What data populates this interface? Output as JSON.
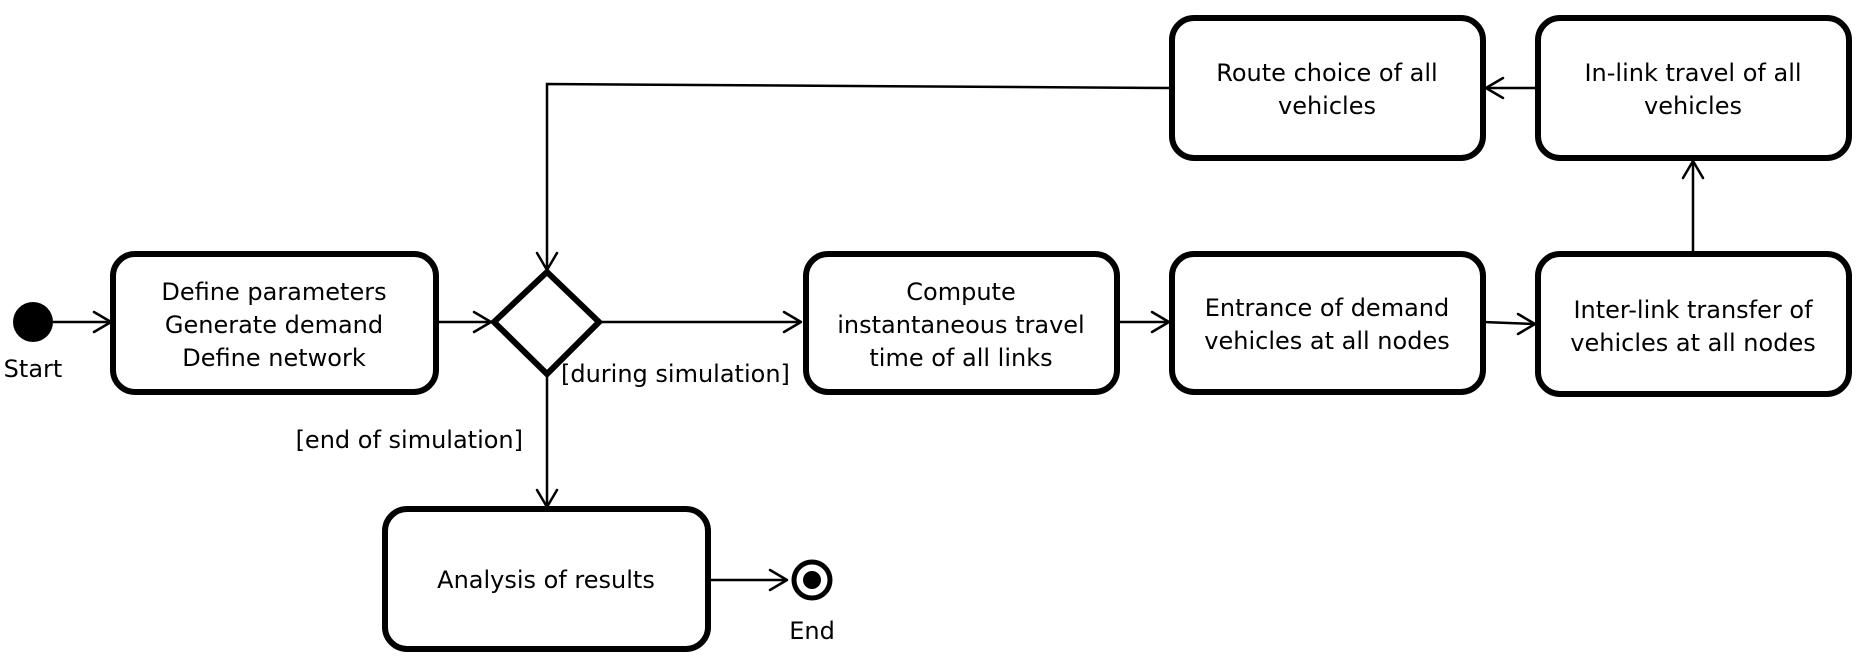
{
  "diagram": {
    "start": {
      "label": "Start"
    },
    "end": {
      "label": "End"
    },
    "setup": {
      "lines": [
        "Define parameters",
        "Generate demand",
        "Define network"
      ]
    },
    "compute": {
      "lines": [
        "Compute",
        "instantaneous travel",
        "time of all links"
      ]
    },
    "entrance": {
      "lines": [
        "Entrance of demand",
        "vehicles at all nodes"
      ]
    },
    "interlink": {
      "lines": [
        "Inter-link transfer of",
        "vehicles at all nodes"
      ]
    },
    "inlink": {
      "lines": [
        "In-link travel of all",
        "vehicles"
      ]
    },
    "route": {
      "lines": [
        "Route choice of all",
        "vehicles"
      ]
    },
    "analysis": {
      "lines": [
        "Analysis of results"
      ]
    },
    "guards": {
      "during": "[during simulation]",
      "end": "[end of simulation]"
    }
  }
}
